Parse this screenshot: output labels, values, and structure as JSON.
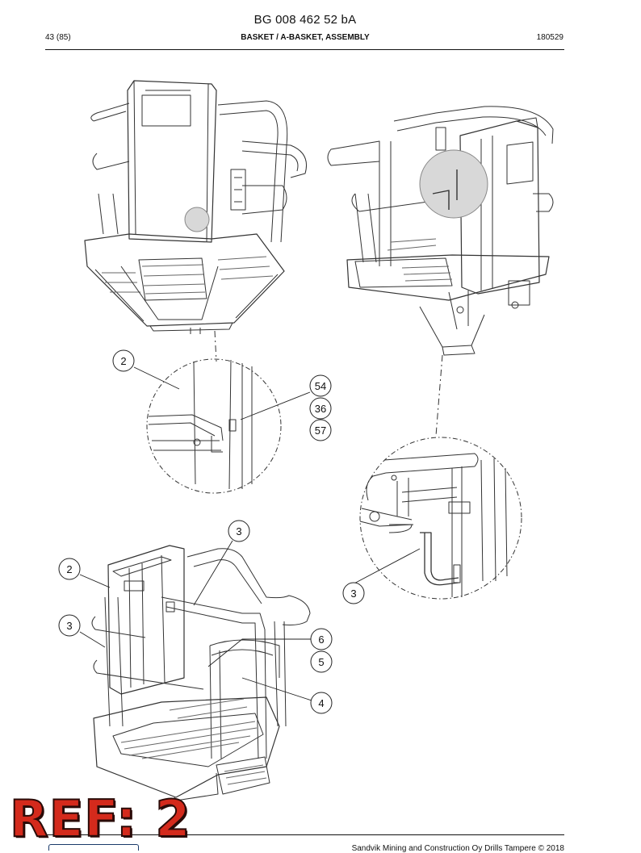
{
  "header": {
    "doc_number": "BG 008 462 52 bA",
    "page": "43 (85)",
    "title": "BASKET / A-BASKET, ASSEMBLY",
    "date": "180529"
  },
  "callouts": [
    {
      "id": "c2a",
      "label": "2"
    },
    {
      "id": "c54",
      "label": "54"
    },
    {
      "id": "c36",
      "label": "36"
    },
    {
      "id": "c57",
      "label": "57"
    },
    {
      "id": "c3a",
      "label": "3"
    },
    {
      "id": "c3b",
      "label": "3"
    },
    {
      "id": "c2b",
      "label": "2"
    },
    {
      "id": "c3c",
      "label": "3"
    },
    {
      "id": "c6",
      "label": "6"
    },
    {
      "id": "c5",
      "label": "5"
    },
    {
      "id": "c4",
      "label": "4"
    }
  ],
  "stamp": {
    "text": "REF: 2",
    "color": "#d42a1c"
  },
  "footer": {
    "text": "Sandvik Mining and Construction Oy Drills Tampere © 2018"
  }
}
